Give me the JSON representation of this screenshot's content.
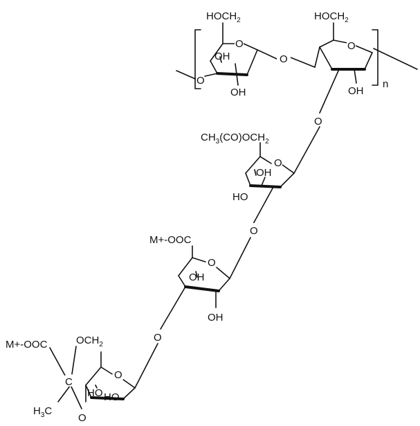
{
  "labels": {
    "hoch2_a": "HOCH",
    "hoch2_b": "HOCH",
    "sub2": "2",
    "sub3": "3",
    "ring_o": "O",
    "link_o": "O",
    "oh": "OH",
    "ho": "HO",
    "repeat_n": "n",
    "acetyl_pre": "CH",
    "acetyl_post": "(CO)OCH",
    "carboxyl": "M+-OOC",
    "ooc_left": "M+-OOC",
    "och2": "OCH",
    "c": "C",
    "h3c_h": "H",
    "h3c_c": "C"
  },
  "colors": {
    "ink": "#111111",
    "background": "#ffffff"
  }
}
